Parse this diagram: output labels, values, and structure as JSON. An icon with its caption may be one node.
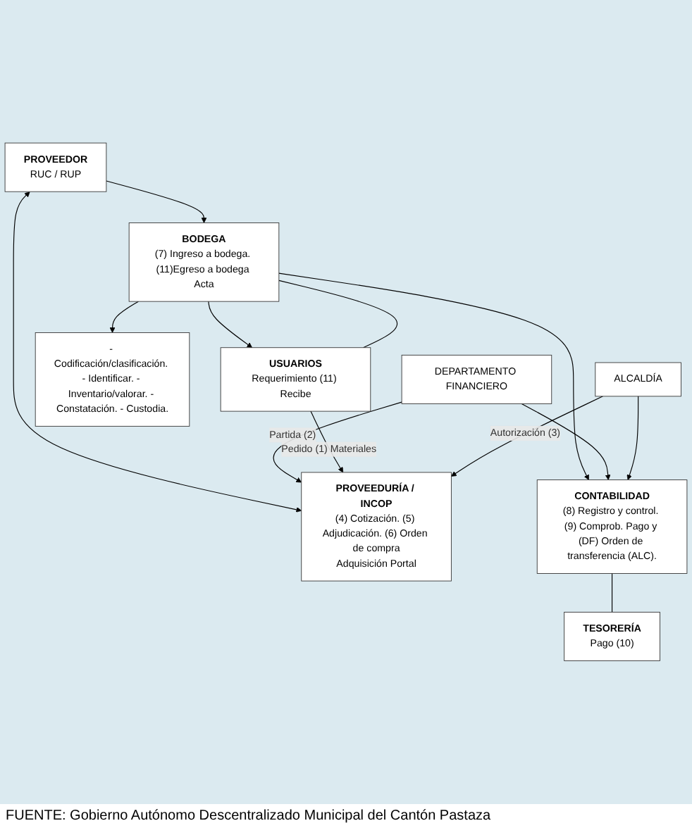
{
  "diagram": {
    "caption": "FUENTE: Gobierno Autónomo Descentralizado Municipal del Cantón Pastaza",
    "nodes": [
      {
        "text": [
          "PROVEEDOR",
          "RUC / RUP"
        ]
      },
      {
        "text": [
          "DEPARTAMENTO FINANCIERO"
        ]
      },
      {
        "text": [
          "- Codificación/clasificación. - Identificar. - Inventario/valorar. - Constatación. - Custodia."
        ]
      },
      {
        "text": [
          "PROVEEDURÍA / INCOP",
          "(4) Cotización. (5) Adjudicación. (6) Orden de compra",
          "Adquisición Portal"
        ]
      },
      {
        "text": [
          "BODEGA",
          "(7) Ingreso a bodega. (11)Egreso a bodega Acta"
        ]
      },
      {
        "text": [
          "CONTABILIDAD",
          "(8) Registro y control. (9) Comprob. Pago y (DF) Orden de transferencia (ALC)."
        ]
      },
      {
        "text": [
          "USUARIOS",
          "Requerimiento (11) Recibe"
        ]
      },
      {
        "text": [
          "TESORERÍA",
          "Pago (10)"
        ]
      },
      {
        "text": [
          "ALCALDÍA"
        ]
      }
    ],
    "edges": [
      {
        "from": 0,
        "to": 3,
        "arrow": "both"
      },
      {
        "from": 0,
        "to": 4,
        "arrow": "to"
      },
      {
        "from": 1,
        "to": 3,
        "arrow": "to",
        "label": "Partida (2)"
      },
      {
        "from": 4,
        "to": 2,
        "arrow": "to"
      },
      {
        "from": 4,
        "to": 5,
        "arrow": "to"
      },
      {
        "from": 4,
        "to": 6,
        "arrow": "to"
      },
      {
        "from": 6,
        "to": 4,
        "arrow": "none"
      },
      {
        "from": 5,
        "to": 7,
        "arrow": "none"
      },
      {
        "from": 6,
        "to": 3,
        "arrow": "to",
        "label": "Pedido (1) Materiales"
      },
      {
        "from": 8,
        "to": 3,
        "arrow": "to",
        "label": "Autorización (3)"
      },
      {
        "from": 1,
        "to": 5,
        "arrow": "to"
      },
      {
        "from": 8,
        "to": 5,
        "arrow": "to"
      }
    ]
  }
}
